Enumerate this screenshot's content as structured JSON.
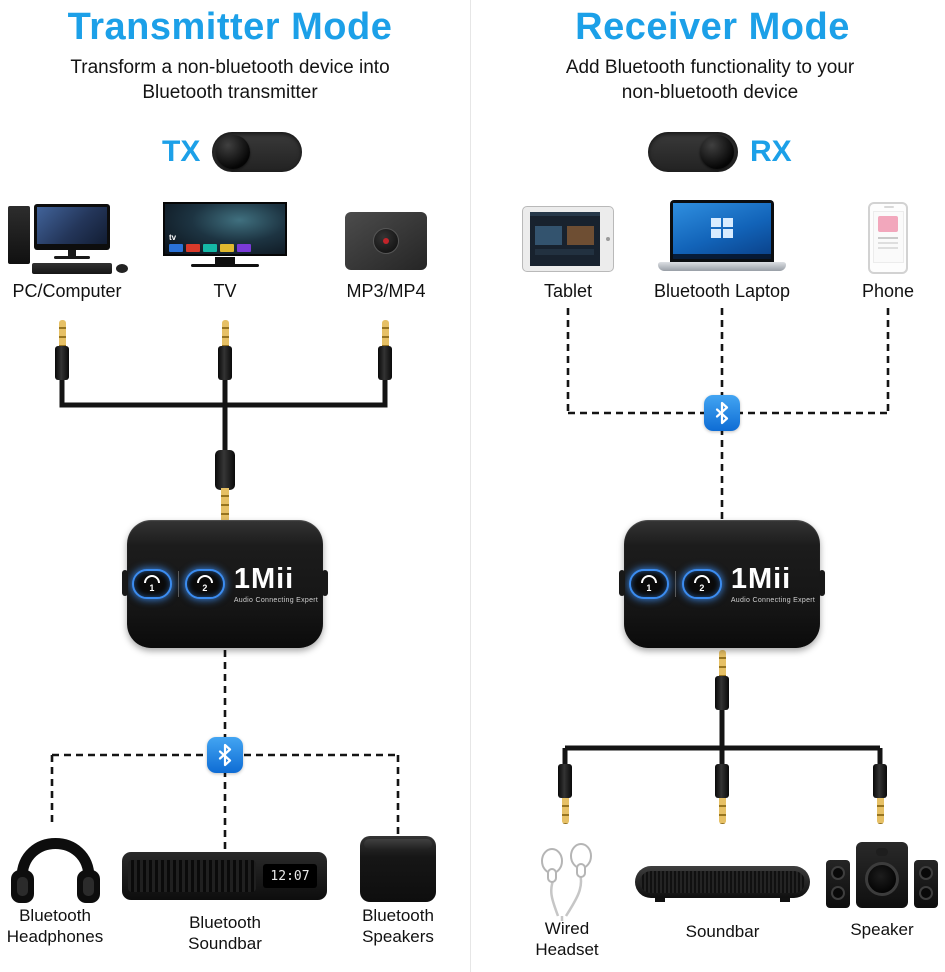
{
  "left": {
    "title": "Transmitter Mode",
    "subtitle1": "Transform a non-bluetooth device into",
    "subtitle2": "Bluetooth transmitter",
    "toggle": "TX",
    "sources": [
      "PC/Computer",
      "TV",
      "MP3/MP4"
    ],
    "outputs": [
      "Bluetooth Headphones",
      "Bluetooth Soundbar",
      "Bluetooth Speakers"
    ],
    "soundbar_clock": "12:07"
  },
  "right": {
    "title": "Receiver Mode",
    "subtitle1": "Add Bluetooth functionality to your",
    "subtitle2": "non-bluetooth device",
    "toggle": "RX",
    "sources": [
      "Tablet",
      "Bluetooth Laptop",
      "Phone"
    ],
    "outputs": [
      "Wired Headset",
      "Soundbar",
      "Speaker"
    ]
  },
  "device": {
    "brand": "1Mii",
    "tagline": "Audio Connecting Expert",
    "button1": "1",
    "button2": "2"
  },
  "tv_logo": "tv",
  "colors": {
    "accent_blue": "#1ca0e8",
    "bluetooth_blue": "#0e6cd4",
    "wire_black": "#141414",
    "jack_gold": "#e6c065"
  }
}
